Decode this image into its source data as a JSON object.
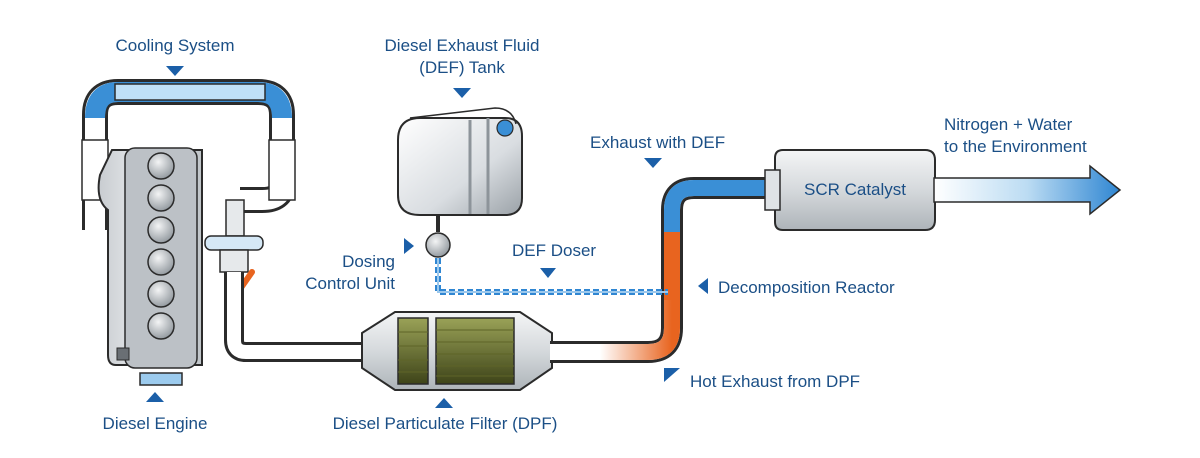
{
  "labels": {
    "cooling_system": "Cooling System",
    "def_tank_line1": "Diesel Exhaust Fluid",
    "def_tank_line2": "(DEF) Tank",
    "exhaust_with_def": "Exhaust with DEF",
    "nitrogen_water_line1": "Nitrogen + Water",
    "nitrogen_water_line2": "to the Environment",
    "scr_catalyst": "SCR Catalyst",
    "dosing_control_line1": "Dosing",
    "dosing_control_line2": "Control Unit",
    "def_doser": "DEF Doser",
    "decomposition_reactor": "Decomposition Reactor",
    "hot_exhaust": "Hot Exhaust from DPF",
    "diesel_engine": "Diesel Engine",
    "dpf": "Diesel Particulate Filter (DPF)"
  },
  "colors": {
    "label_text": "#1b4f86",
    "marker": "#1b5fa8",
    "coolant": "#3a8fd6",
    "def_fluid": "#2f86d2",
    "hot_exhaust": "#e8641f",
    "pipe_outline": "#2b2b2b",
    "component_gray": "#d9dde0"
  }
}
